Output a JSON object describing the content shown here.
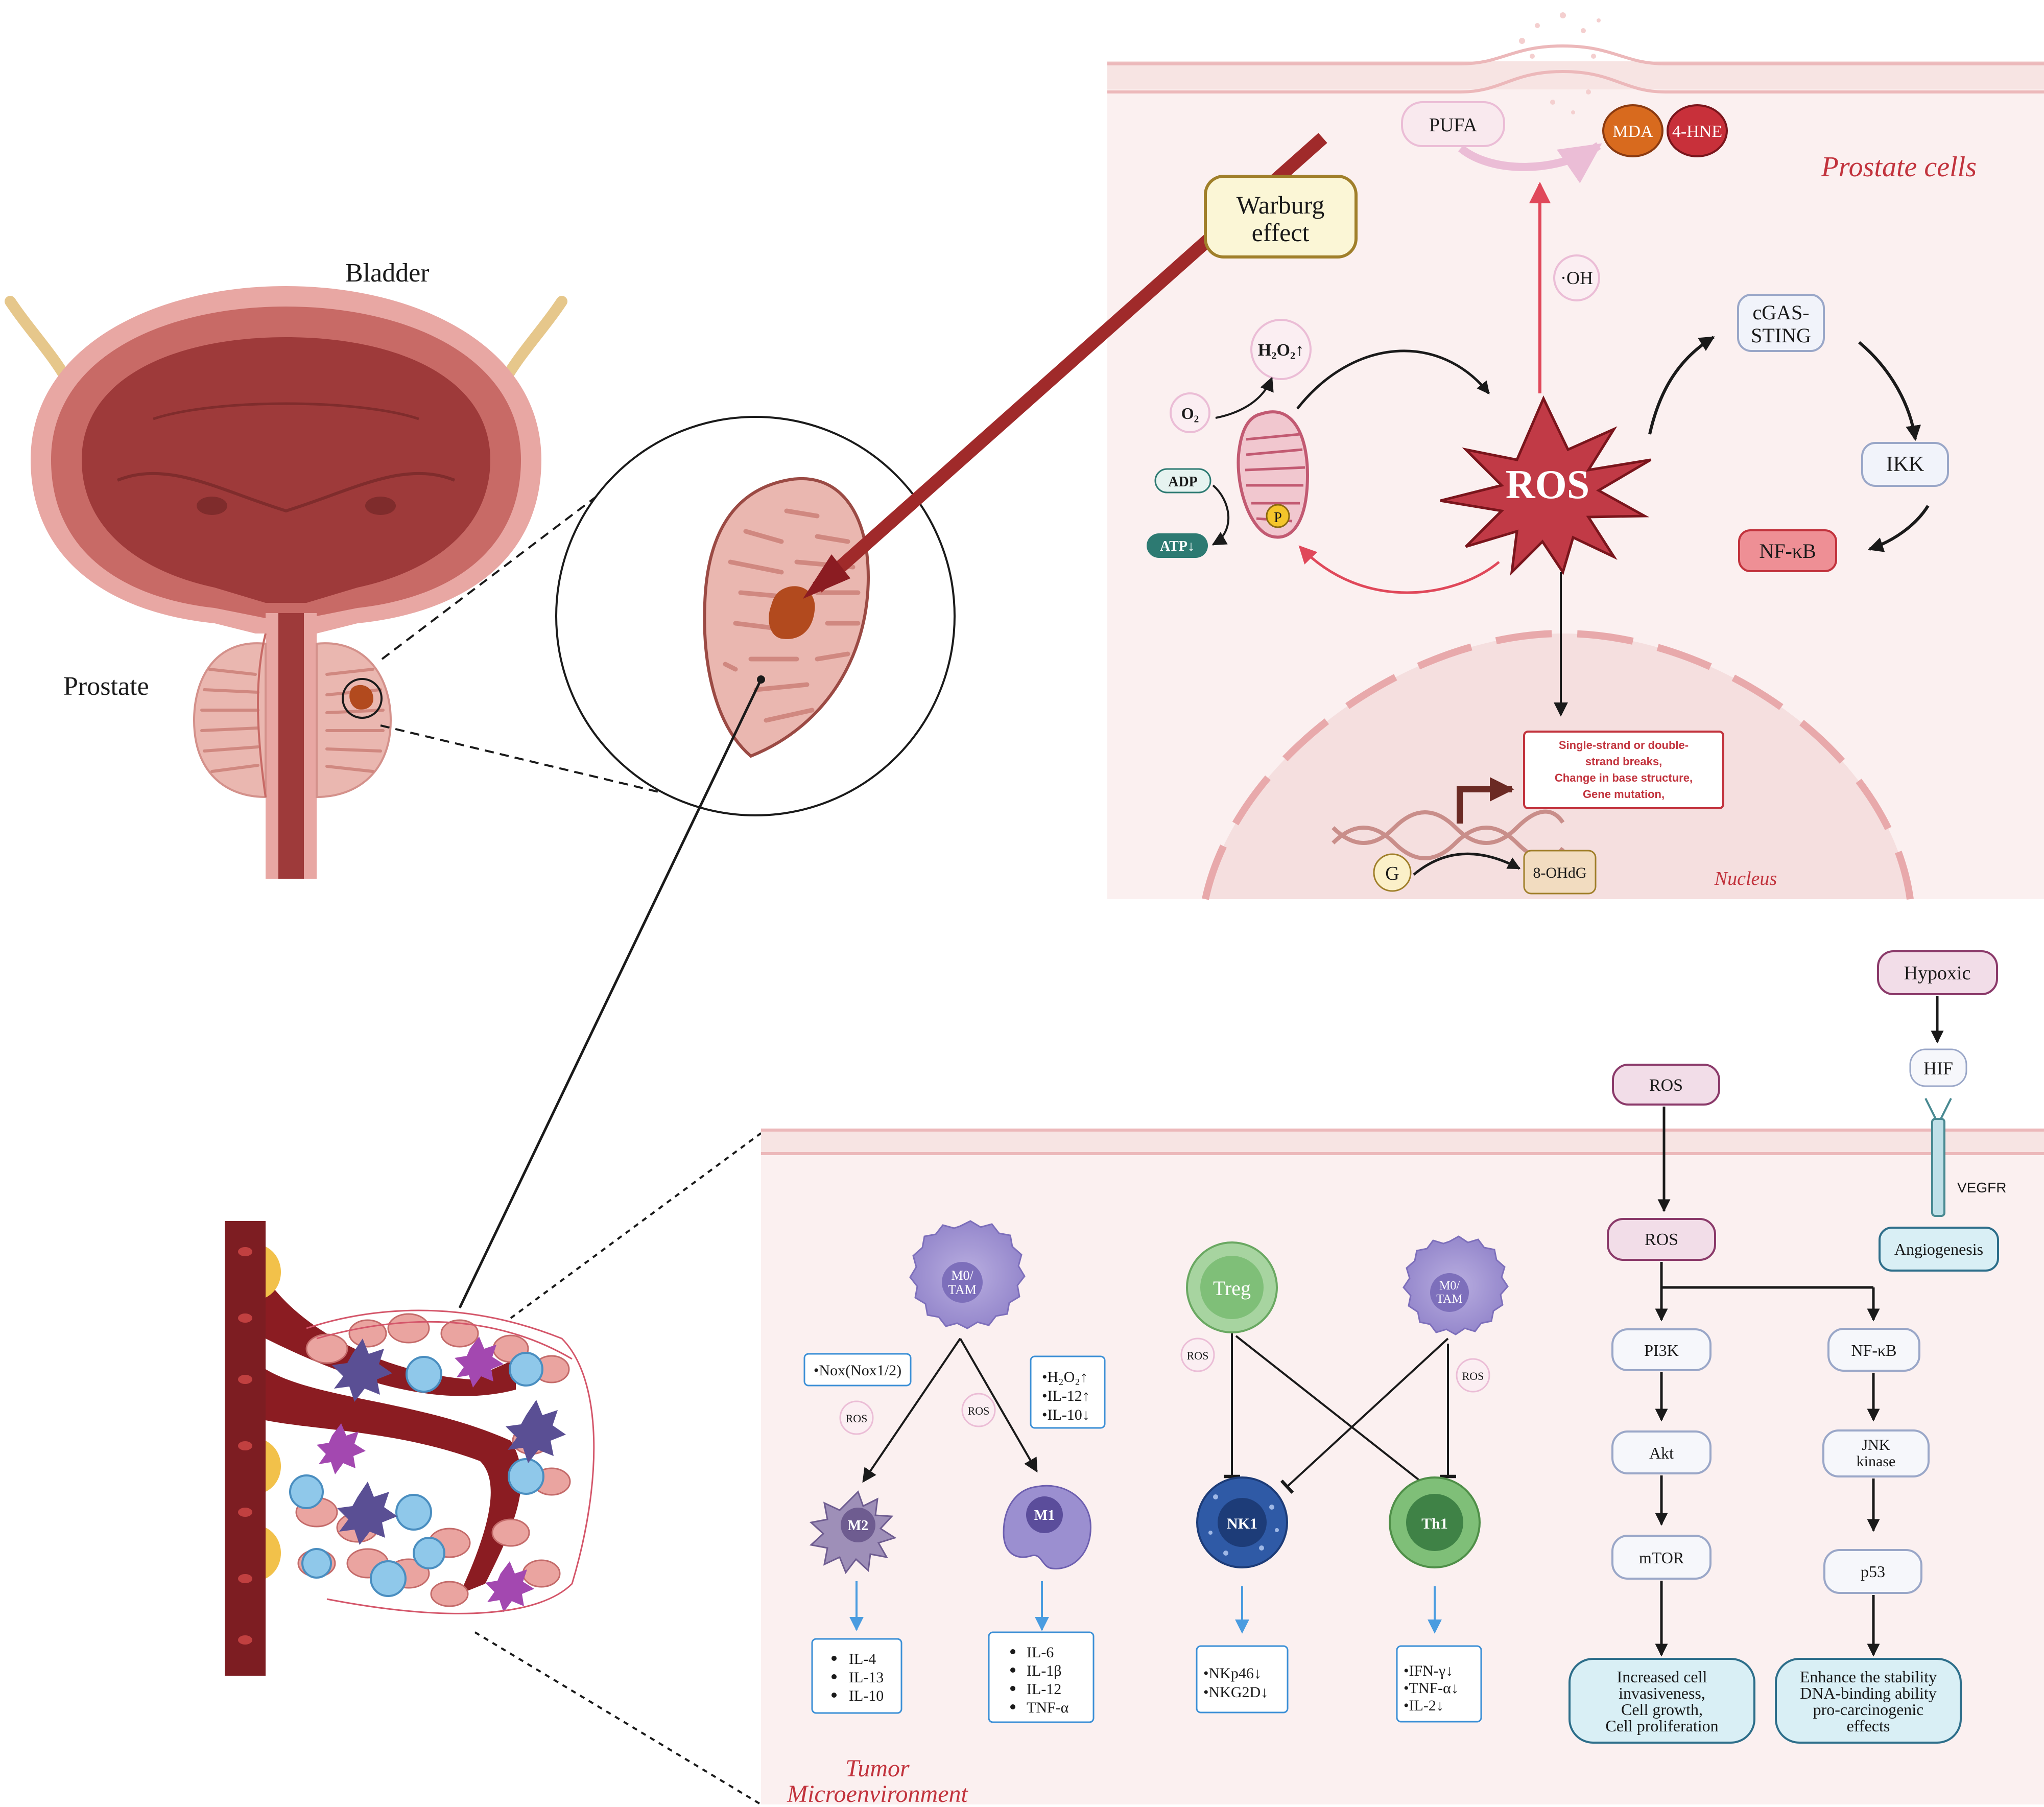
{
  "anatomy": {
    "bladder_label": "Bladder",
    "prostate_label": "Prostate"
  },
  "prostate_cell": {
    "region_label": "Prostate cells",
    "nucleus_label": "Nucleus",
    "warburg_line1": "Warburg",
    "warburg_line2": "effect",
    "pufa": "PUFA",
    "mda": "MDA",
    "hne": "4-HNE",
    "oh": "·OH",
    "h2o2": "H₂O₂↑",
    "o2": "O₂",
    "adp": "ADP",
    "atp": "ATP↓",
    "p": "P",
    "ros": "ROS",
    "cgas_line1": "cGAS-",
    "cgas_line2": "STING",
    "ikk": "IKK",
    "nfkb": "NF-κB",
    "dna_damage": [
      "Single-strand or double-",
      "strand breaks,",
      "Change in base structure,",
      "Gene mutation,"
    ],
    "g": "G",
    "ohdg": "8-OHdG"
  },
  "tme": {
    "region_line1": "Tumor",
    "region_line2": "Microenvironment",
    "m0_tam": [
      "M0/",
      "TAM"
    ],
    "nox": "•Nox(Nox1/2)",
    "ros_small": "ROS",
    "m1_factors": [
      "•H₂O₂↑",
      "•IL-12↑",
      "•IL-10↓"
    ],
    "m2": "M2",
    "m1": "M1",
    "m2_cytokines": [
      "IL-4",
      "IL-13",
      "IL-10"
    ],
    "m1_cytokines": [
      "IL-6",
      "IL-1β",
      "IL-12",
      "TNF-α"
    ],
    "treg": "Treg",
    "nk1": "NK1",
    "th1": "Th1",
    "nk_markers": [
      "•NKp46↓",
      "•NKG2D↓"
    ],
    "th1_markers": [
      "•IFN-γ↓",
      "•TNF-α↓",
      "•IL-2↓"
    ]
  },
  "signaling": {
    "hypoxic": "Hypoxic",
    "hif": "HIF",
    "vegfr": "VEGFR",
    "angiogenesis": "Angiogenesis",
    "ros_top": "ROS",
    "ros_mid": "ROS",
    "pi3k": "PI3K",
    "akt": "Akt",
    "mtor": "mTOR",
    "nfkb": "NF-κB",
    "jnk": [
      "JNK",
      "kinase"
    ],
    "p53": "p53",
    "left_outcome": [
      "Increased cell",
      "invasiveness,",
      "Cell growth,",
      "Cell proliferation"
    ],
    "right_outcome": [
      "Enhance the stability",
      "DNA-binding ability",
      "pro-carcinogenic",
      "effects"
    ]
  },
  "colors": {
    "panel_bg": "#fbf0f0",
    "membrane": "#ecb8ba",
    "ros_red": "#c13a46",
    "accent_red": "#c2333d",
    "dark_red": "#8b1c22",
    "blue_box": "#3b8fd6",
    "teal": "#2d7a72",
    "purple_box": "#f2dde8",
    "outcome_fill": "#d9eff5"
  }
}
